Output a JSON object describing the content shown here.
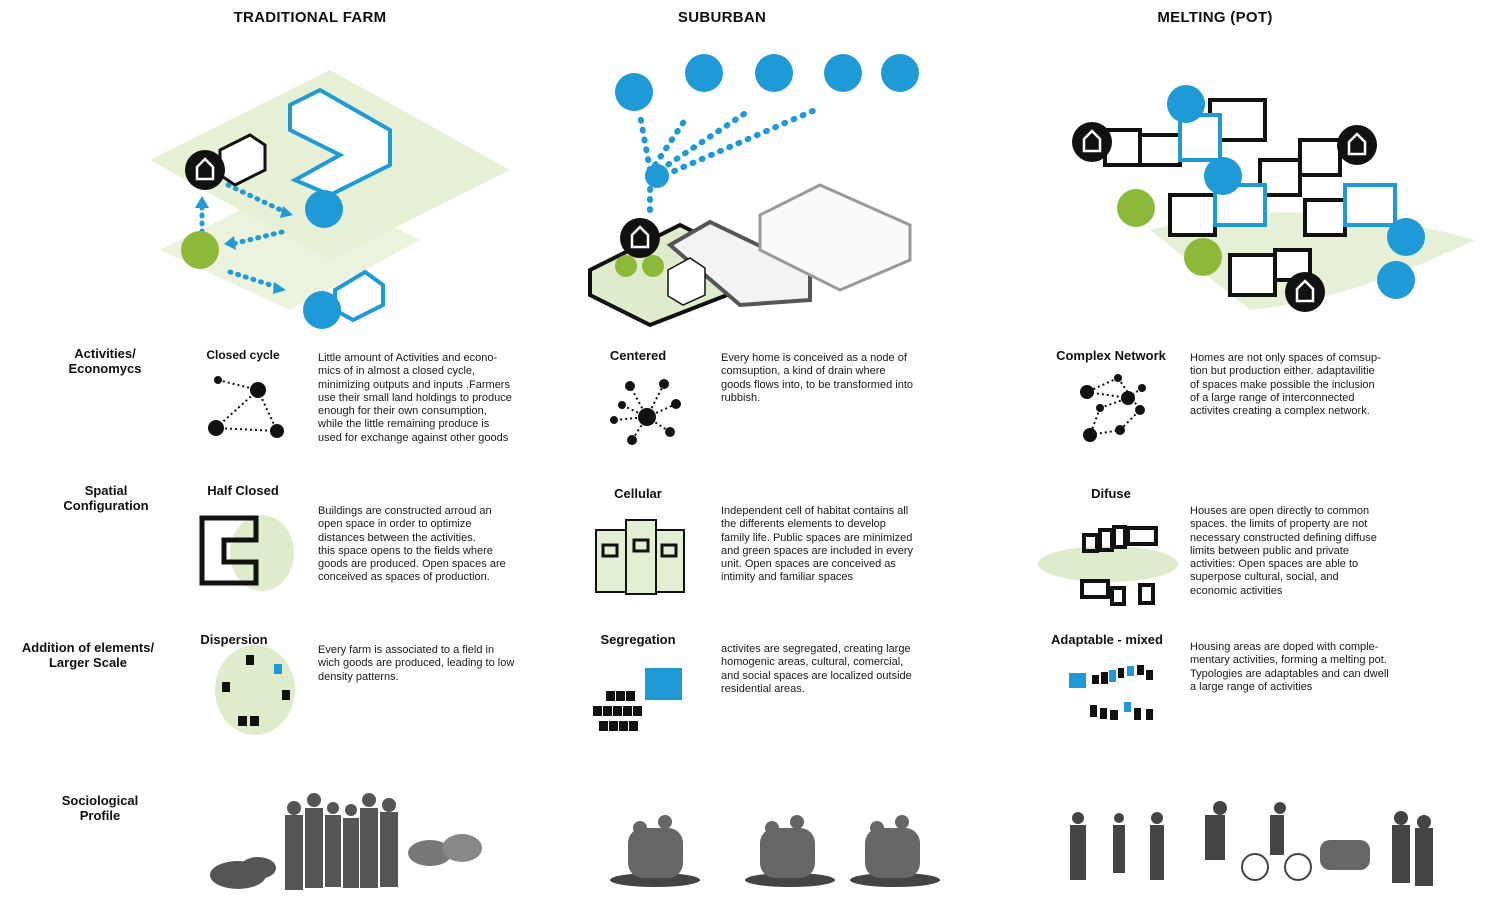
{
  "columns": [
    {
      "title": "TRADITIONAL FARM"
    },
    {
      "title": "SUBURBAN"
    },
    {
      "title": "MELTING (POT)"
    }
  ],
  "rows": [
    {
      "label": "Activities/\nEconomycs"
    },
    {
      "label": "Spatial\nConfiguration"
    },
    {
      "label": "Addition of elements/\nLarger Scale"
    },
    {
      "label": "Sociological\nProfile"
    }
  ],
  "cells": {
    "farm": {
      "activities": {
        "title": "Closed cycle",
        "text": "Little amount of Activities and econo-\nmics of in almost a closed cycle,\nminimizing outputs and inputs .Farmers\nuse their small land holdings to produce\nenough for their own consumption,\nwhile the little remaining produce is\nused for exchange against other goods"
      },
      "spatial": {
        "title": "Half Closed",
        "text": "Buildings are constructed arroud an\nopen space in order to optimize\ndistances between the activities.\nthis space opens to the fields where\ngoods are produced. Open spaces are\nconceived as spaces of production."
      },
      "scale": {
        "title": "Dispersion",
        "text": "Every farm is associated to a field in\nwich goods are produced, leading to low\ndensity patterns."
      }
    },
    "suburban": {
      "activities": {
        "title": "Centered",
        "text": "Every home is conceived as a node of\ncomsuption, a kind of drain where\ngoods flows into, to be transformed into\nrubbish."
      },
      "spatial": {
        "title": "Cellular",
        "text": "Independent cell of habitat contains all\nthe differents elements to develop\nfamily life. Public spaces are minimized\nand green spaces are included in every\nunit. Open spaces are conceived as\nintimity and familiar spaces"
      },
      "scale": {
        "title": "Segregation",
        "text": "activites are segregated, creating large\nhomogenic areas,  cultural, comercial,\nand social spaces are localized outside\nresidential areas."
      }
    },
    "melting": {
      "activities": {
        "title": "Complex Network",
        "text": "Homes are not only spaces of comsup-\ntion but production either. adaptavilitie\nof spaces make possible the inclusion\nof a large range of interconnected\nactivites creating a complex network."
      },
      "spatial": {
        "title": "Difuse",
        "text": "Houses are open directly to common\nspaces. the limits of property are not\nnecessary constructed defining diffuse\nlimits between public and private\nactivities: Open spaces are able to\nsuperpose cultural, social, and\neconomic activities"
      },
      "scale": {
        "title": "Adaptable - mixed",
        "text": "Housing areas are doped with comple-\nmentary activities, forming a melting pot.\nTypologies are adaptables and can dwell\na large range of activities"
      }
    }
  },
  "colors": {
    "blue": "#1e9ad6",
    "green": "#8cb93a",
    "lightgreen": "#dfeccb",
    "black": "#111111"
  },
  "icons": [
    "house-icon",
    "basket-icon",
    "computer-icon",
    "football-icon",
    "tools-icon",
    "seesaw-icon",
    "watering-can-icon",
    "flower-icon",
    "farmer-icon",
    "car-icon"
  ]
}
